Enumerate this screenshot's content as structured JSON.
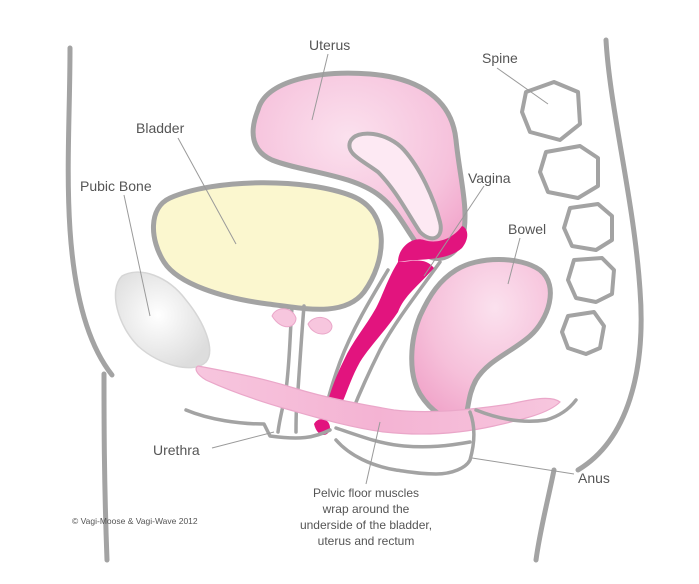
{
  "labels": {
    "uterus": "Uterus",
    "spine": "Spine",
    "bladder": "Bladder",
    "pubic_bone": "Pubic Bone",
    "vagina": "Vagina",
    "bowel": "Bowel",
    "urethra": "Urethra",
    "anus": "Anus"
  },
  "caption": [
    "Pelvic floor muscles",
    "wrap around the",
    "underside of the bladder,",
    "uterus and rectum"
  ],
  "copyright": "© Vagi-Moose & Vagi-Wave 2012",
  "colors": {
    "outline": "#a3a3a3",
    "organ_pink": "#f6bcd8",
    "organ_light": "#fbe1ee",
    "vagina_magenta": "#e2147e",
    "bladder_yellow": "#fbf7cf",
    "bone_white": "#eeeeee",
    "label_text": "#555555"
  }
}
